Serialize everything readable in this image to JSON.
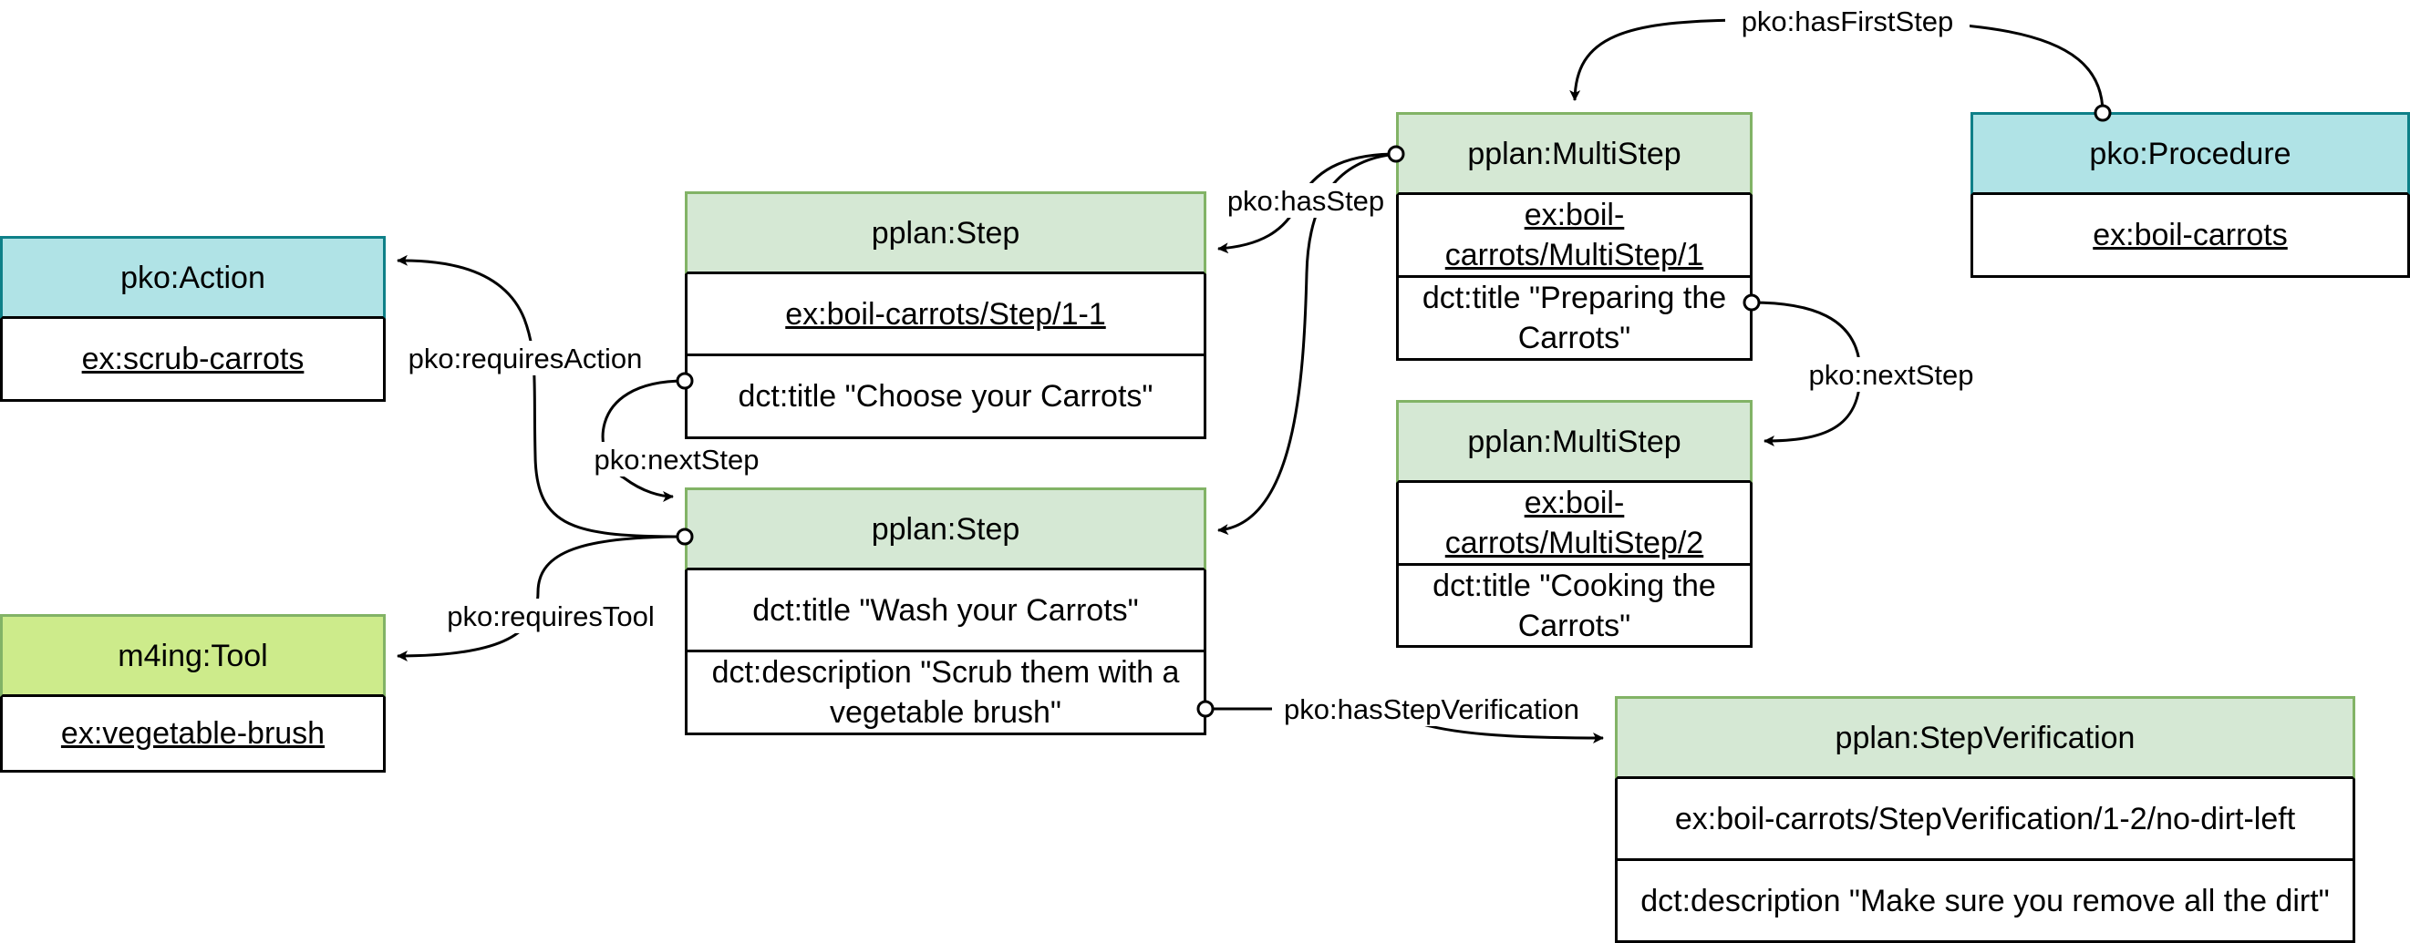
{
  "nodes": {
    "action": {
      "type": "pko:Action",
      "uri": "ex:scrub-carrots"
    },
    "tool": {
      "type": "m4ing:Tool",
      "uri": "ex:vegetable-brush"
    },
    "step1": {
      "type": "pplan:Step",
      "uri": "ex:boil-carrots/Step/1-1",
      "title": "dct:title \"Choose your Carrots\""
    },
    "step2": {
      "type": "pplan:Step",
      "title": "dct:title \"Wash your Carrots\"",
      "description": "dct:description \"Scrub them with a vegetable brush\""
    },
    "multi1": {
      "type": "pplan:MultiStep",
      "uri": "ex:boil-carrots/MultiStep/1",
      "title": "dct:title \"Preparing the Carrots\""
    },
    "multi2": {
      "type": "pplan:MultiStep",
      "uri": "ex:boil-carrots/MultiStep/2",
      "title": "dct:title \"Cooking the Carrots\""
    },
    "procedure": {
      "type": "pko:Procedure",
      "uri": "ex:boil-carrots"
    },
    "verification": {
      "type": "pplan:StepVerification",
      "uri": "ex:boil-carrots/StepVerification/1-2/no-dirt-left",
      "description": "dct:description \"Make sure you remove all the dirt\""
    }
  },
  "edges": {
    "hasFirstStep": "pko:hasFirstStep",
    "hasStep": "pko:hasStep",
    "requiresAction": "pko:requiresAction",
    "nextStep_a": "pko:nextStep",
    "nextStep_b": "pko:nextStep",
    "requiresTool": "pko:requiresTool",
    "hasStepVerification": "pko:hasStepVerification"
  },
  "colors": {
    "green_fill": "#d5e8d4",
    "green_stroke": "#82b366",
    "cyan_fill": "#b0e3e6",
    "cyan_stroke": "#0e8088",
    "lime_fill": "#cdeb8b"
  }
}
